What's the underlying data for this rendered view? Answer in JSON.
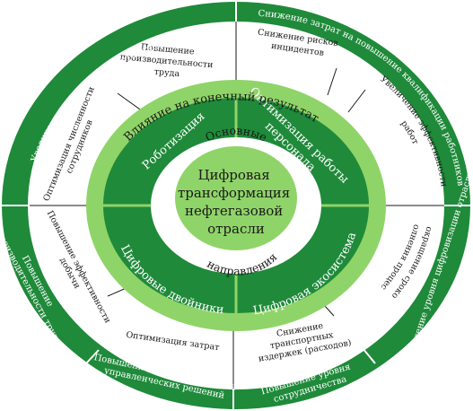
{
  "colors": {
    "dark_green": "#1f8a3a",
    "light_green": "#8fd468",
    "white": "#ffffff",
    "text_dark": "#1a1a1a"
  },
  "center": {
    "lines": [
      "Цифровая",
      "трансформация",
      "нефтегазовой",
      "отрасли"
    ]
  },
  "core_ring": {
    "top": "Основные",
    "bottom": "направления"
  },
  "directions": {
    "top_left": "Роботизация",
    "top_right_line1": "Оптимизация работы",
    "top_right_line2": "персонала",
    "bottom_left": "Цифровые двойники",
    "bottom_right": "Цифровая экосистема"
  },
  "band": {
    "title": "Влияние на конечный результат"
  },
  "effects": {
    "top_left_1": "Повышение",
    "top_left_2": "производительности",
    "top_left_3": "труда",
    "top_right_1": "Снижение рисков",
    "top_right_2": "инцидентов",
    "right_upper_1": "Увеличение эффективности",
    "right_upper_2": "работ",
    "right_lower_1": "Сокращение сроков",
    "right_lower_2": "исполнения процессов",
    "bottom_right_1": "Снижение",
    "bottom_right_2": "транспортных",
    "bottom_right_3": "издержек (расходов)",
    "bottom_left": "Оптимизация затрат",
    "left_lower_1": "Повышение эффективности",
    "left_lower_2": "добычи",
    "left_upper_1": "Оптимизация численности",
    "left_upper_2": "сотрудников"
  },
  "outcomes": {
    "top_left": "Увеличение креативности потенциала персонала",
    "top_right": "Снижение затрат на повышение квалификации работников",
    "right": "Повышение уровня цифровизации отрасли",
    "bottom_right_1": "Повышение уровня",
    "bottom_right_2": "сотрудничества",
    "bottom_left_1": "Повышение качеств принятия",
    "bottom_left_2": "управленческих решений",
    "left_1": "Повышение",
    "left_2": "производительности труда"
  }
}
